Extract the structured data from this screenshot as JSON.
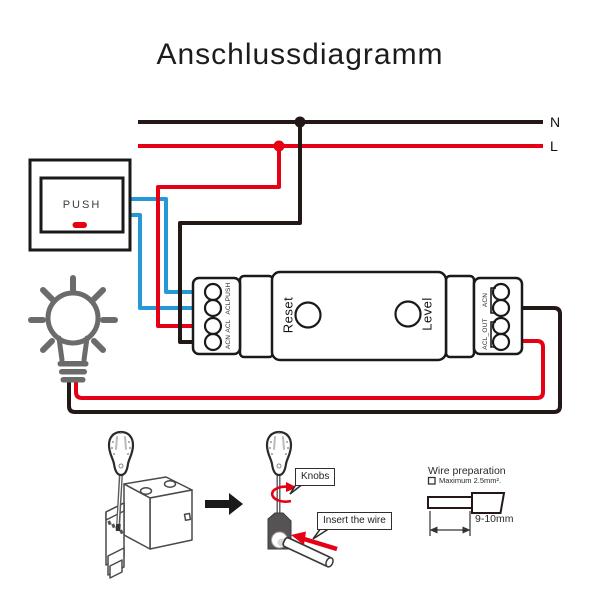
{
  "title": "Anschlussdiagramm",
  "power": {
    "neutral": "N",
    "live": "L"
  },
  "push_button": {
    "label": "PUSH"
  },
  "module": {
    "reset": "Reset",
    "level": "Level",
    "left_terminals": [
      "PUSH",
      "ACL",
      "ACL",
      "ACN"
    ],
    "right_terminal_groups": [
      "ACN",
      "ACL_OUT"
    ]
  },
  "steps": {
    "knobs": "Knobs",
    "insert_wire": "Insert the wire",
    "wire_prep_title": "Wire preparation",
    "wire_prep_spec": "Maximum 2.5mm².",
    "strip_length": "9-10mm"
  },
  "colors": {
    "live_wire": "#e60014",
    "neutral_wire": "#231815",
    "signal_wire": "#2598d5",
    "bulb_gray": "#6b6b6b"
  }
}
